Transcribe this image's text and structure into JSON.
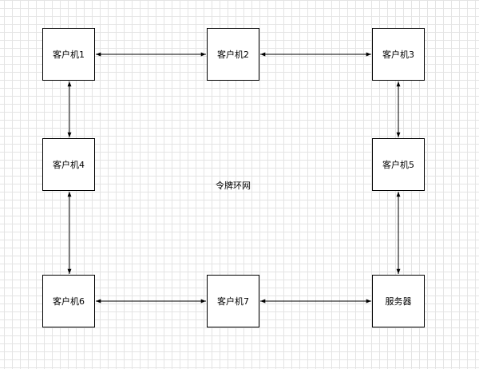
{
  "diagram": {
    "center_label": "令牌环网",
    "nodes": [
      {
        "id": "n1",
        "label": "客户机1"
      },
      {
        "id": "n2",
        "label": "客户机2"
      },
      {
        "id": "n3",
        "label": "客户机3"
      },
      {
        "id": "n4",
        "label": "客户机4"
      },
      {
        "id": "n5",
        "label": "客户机5"
      },
      {
        "id": "n6",
        "label": "客户机6"
      },
      {
        "id": "n7",
        "label": "客户机7"
      },
      {
        "id": "n8",
        "label": "服务器"
      }
    ],
    "edges": [
      {
        "from": "n1",
        "to": "n2",
        "direction": "both"
      },
      {
        "from": "n2",
        "to": "n3",
        "direction": "both"
      },
      {
        "from": "n3",
        "to": "n5",
        "direction": "both"
      },
      {
        "from": "n5",
        "to": "n8",
        "direction": "both"
      },
      {
        "from": "n8",
        "to": "n7",
        "direction": "both"
      },
      {
        "from": "n7",
        "to": "n6",
        "direction": "both"
      },
      {
        "from": "n6",
        "to": "n4",
        "direction": "both"
      },
      {
        "from": "n4",
        "to": "n1",
        "direction": "both"
      }
    ],
    "colors": {
      "line": "#000000",
      "grid": "#e4e4e4",
      "background": "#ffffff"
    }
  }
}
